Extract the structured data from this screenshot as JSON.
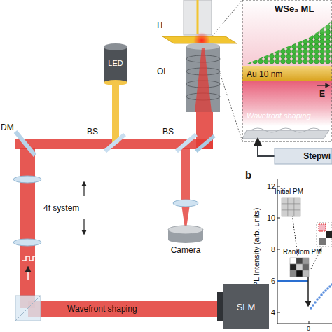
{
  "diagram": {
    "nodes": [
      {
        "text": [
          "LED"
        ]
      },
      {
        "text": [
          "Camera"
        ]
      },
      {
        "text": [
          "SLM"
        ]
      },
      {
        "text": [
          "Stepwi"
        ]
      },
      {
        "text": [
          "Initial PM"
        ]
      },
      {
        "text": [
          "Random PM"
        ]
      }
    ],
    "edges": [
      {
        "from": 4,
        "to": 5,
        "arrow": "to"
      }
    ],
    "labels": [
      "TF",
      "OL",
      "DM",
      "BS",
      "BS",
      "4f system",
      "Wavefront shaping",
      "WSe₂ ML",
      "Au 10 nm",
      "E",
      "Wavefront shaping",
      "b",
      "TEPL Intensity (arb. units)",
      "12",
      "10",
      "8",
      "6",
      "4",
      "0"
    ]
  }
}
